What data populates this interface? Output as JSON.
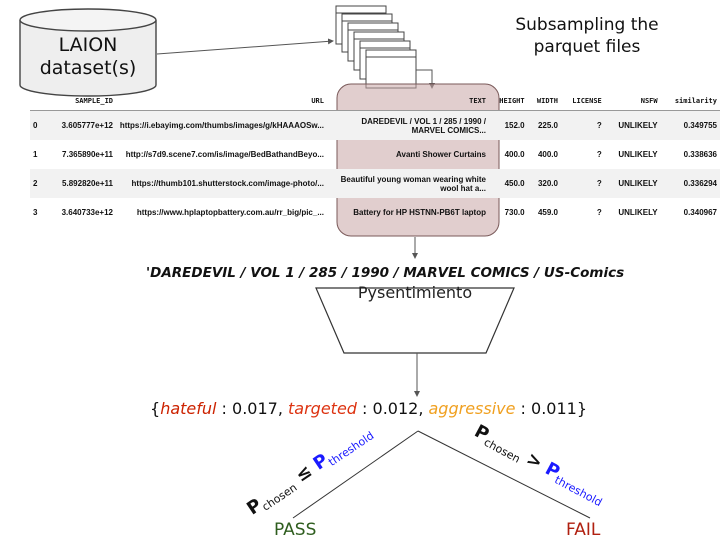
{
  "database": {
    "line1": "LAION",
    "line2": "dataset(s)"
  },
  "subsampling": {
    "line1": "Subsampling the",
    "line2": "parquet files"
  },
  "table": {
    "columns": [
      "",
      "SAMPLE_ID",
      "URL",
      "TEXT",
      "HEIGHT",
      "WIDTH",
      "LICENSE",
      "NSFW",
      "similarity"
    ],
    "rows": [
      [
        "0",
        "3.605777e+12",
        "https://i.ebayimg.com/thumbs/images/g/kHAAAOSw...",
        "DAREDEVIL / VOL 1 / 285 / 1990 / MARVEL COMICS...",
        "152.0",
        "225.0",
        "?",
        "UNLIKELY",
        "0.349755"
      ],
      [
        "1",
        "7.365890e+11",
        "http://s7d9.scene7.com/is/image/BedBathandBeyo...",
        "Avanti Shower Curtains",
        "400.0",
        "400.0",
        "?",
        "UNLIKELY",
        "0.338636"
      ],
      [
        "2",
        "5.892820e+11",
        "https://thumb101.shutterstock.com/image-photo/...",
        "Beautiful young woman wearing white wool hat a...",
        "450.0",
        "320.0",
        "?",
        "UNLIKELY",
        "0.336294"
      ],
      [
        "3",
        "3.640733e+12",
        "https://www.hplaptopbattery.com.au/rr_big/pic_...",
        "Battery for HP HSTNN-PB6T laptop",
        "730.0",
        "459.0",
        "?",
        "UNLIKELY",
        "0.340967"
      ]
    ]
  },
  "extracted_text": "'DAREDEVIL / VOL 1 / 285 / 1990 / MARVEL COMICS / US-Comics",
  "model": {
    "label": "Pysentimiento"
  },
  "scores": {
    "open": "{",
    "close": "}",
    "items": [
      {
        "key": "hateful",
        "sep": " : ",
        "value": "0.017",
        "comma": ", ",
        "color": "#cc2200"
      },
      {
        "key": "targeted",
        "sep": " : ",
        "value": "0.012",
        "comma": ", ",
        "color": "#dd3311"
      },
      {
        "key": "aggressive",
        "sep": " : ",
        "value": "0.011",
        "comma": "",
        "color": "#f0a020"
      }
    ]
  },
  "left_condition": {
    "p": "P",
    "sub": "chosen",
    "op": "≤",
    "p2": "P",
    "sub2": "threshold",
    "color": "#1a1aff"
  },
  "right_condition": {
    "p": "P",
    "sub": "chosen",
    "op": ">",
    "p2": "P",
    "sub2": "threshold",
    "color": "#1a1aff"
  },
  "outcomes": {
    "pass": {
      "label": "PASS",
      "color": "#2e5d1e"
    },
    "fail": {
      "label": "FAIL",
      "color": "#b02010"
    }
  }
}
